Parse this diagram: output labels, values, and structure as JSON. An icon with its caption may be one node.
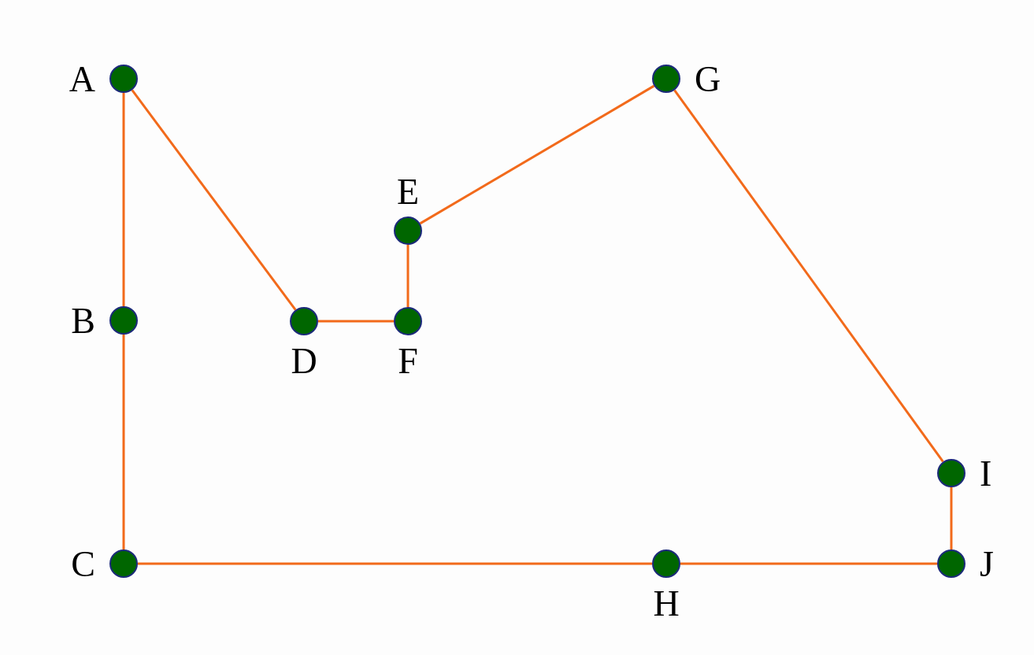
{
  "diagram": {
    "nodes": [
      {
        "text": [],
        "shape": "circle",
        "beside": [
          "A"
        ]
      },
      {
        "text": [],
        "shape": "circle",
        "beside": [
          "B"
        ]
      },
      {
        "text": [],
        "shape": "circle",
        "beside": [
          "C"
        ]
      },
      {
        "text": [],
        "shape": "circle",
        "beside": [
          "D"
        ]
      },
      {
        "text": [],
        "shape": "circle",
        "beside": [
          "E"
        ]
      },
      {
        "text": [],
        "shape": "circle",
        "beside": [
          "F"
        ]
      },
      {
        "text": [],
        "shape": "circle",
        "beside": [
          "G"
        ]
      },
      {
        "text": [],
        "shape": "circle",
        "beside": [
          "H"
        ]
      },
      {
        "text": [],
        "shape": "circle",
        "beside": [
          "I"
        ]
      },
      {
        "text": [],
        "shape": "circle",
        "beside": [
          "J"
        ]
      }
    ],
    "edges": [
      {
        "from": 0,
        "to": 1,
        "arrow": "none"
      },
      {
        "from": 1,
        "to": 2,
        "arrow": "none"
      },
      {
        "from": 0,
        "to": 3,
        "arrow": "none"
      },
      {
        "from": 3,
        "to": 5,
        "arrow": "none"
      },
      {
        "from": 5,
        "to": 4,
        "arrow": "none"
      },
      {
        "from": 4,
        "to": 6,
        "arrow": "none"
      },
      {
        "from": 6,
        "to": 8,
        "arrow": "none"
      },
      {
        "from": 8,
        "to": 9,
        "arrow": "none"
      },
      {
        "from": 2,
        "to": 7,
        "arrow": "none"
      },
      {
        "from": 7,
        "to": 9,
        "arrow": "none"
      }
    ]
  }
}
